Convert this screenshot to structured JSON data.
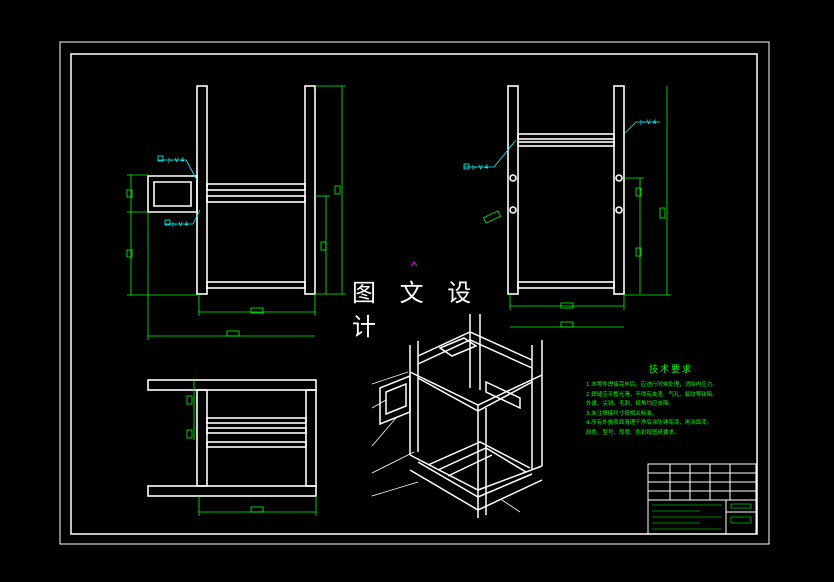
{
  "watermark": "图 文 设 计",
  "technical_requirements": {
    "title": "技术要求",
    "lines": [
      "1.本零件焊接完毕后，应进行时效处理，消除内应力。",
      "2.焊缝应平整光滑，不得有夹渣、气孔、裂纹等缺陷。",
      "  外露、尖锐、毛刺、棱角均应去除。",
      "3.未注焊接尺寸按相关标准。",
      "4.所有外露表面清理干净后涂防锈底漆，再涂面漆，",
      "  颜色、型号、厚度、色彩按图纸要求。"
    ]
  },
  "colors": {
    "background": "#000000",
    "frame": "#ffffff",
    "dimension": "#00ff00",
    "annotation": "#00ffff",
    "marker": "#ff00ff"
  },
  "weld_symbol": "▷ V 4"
}
